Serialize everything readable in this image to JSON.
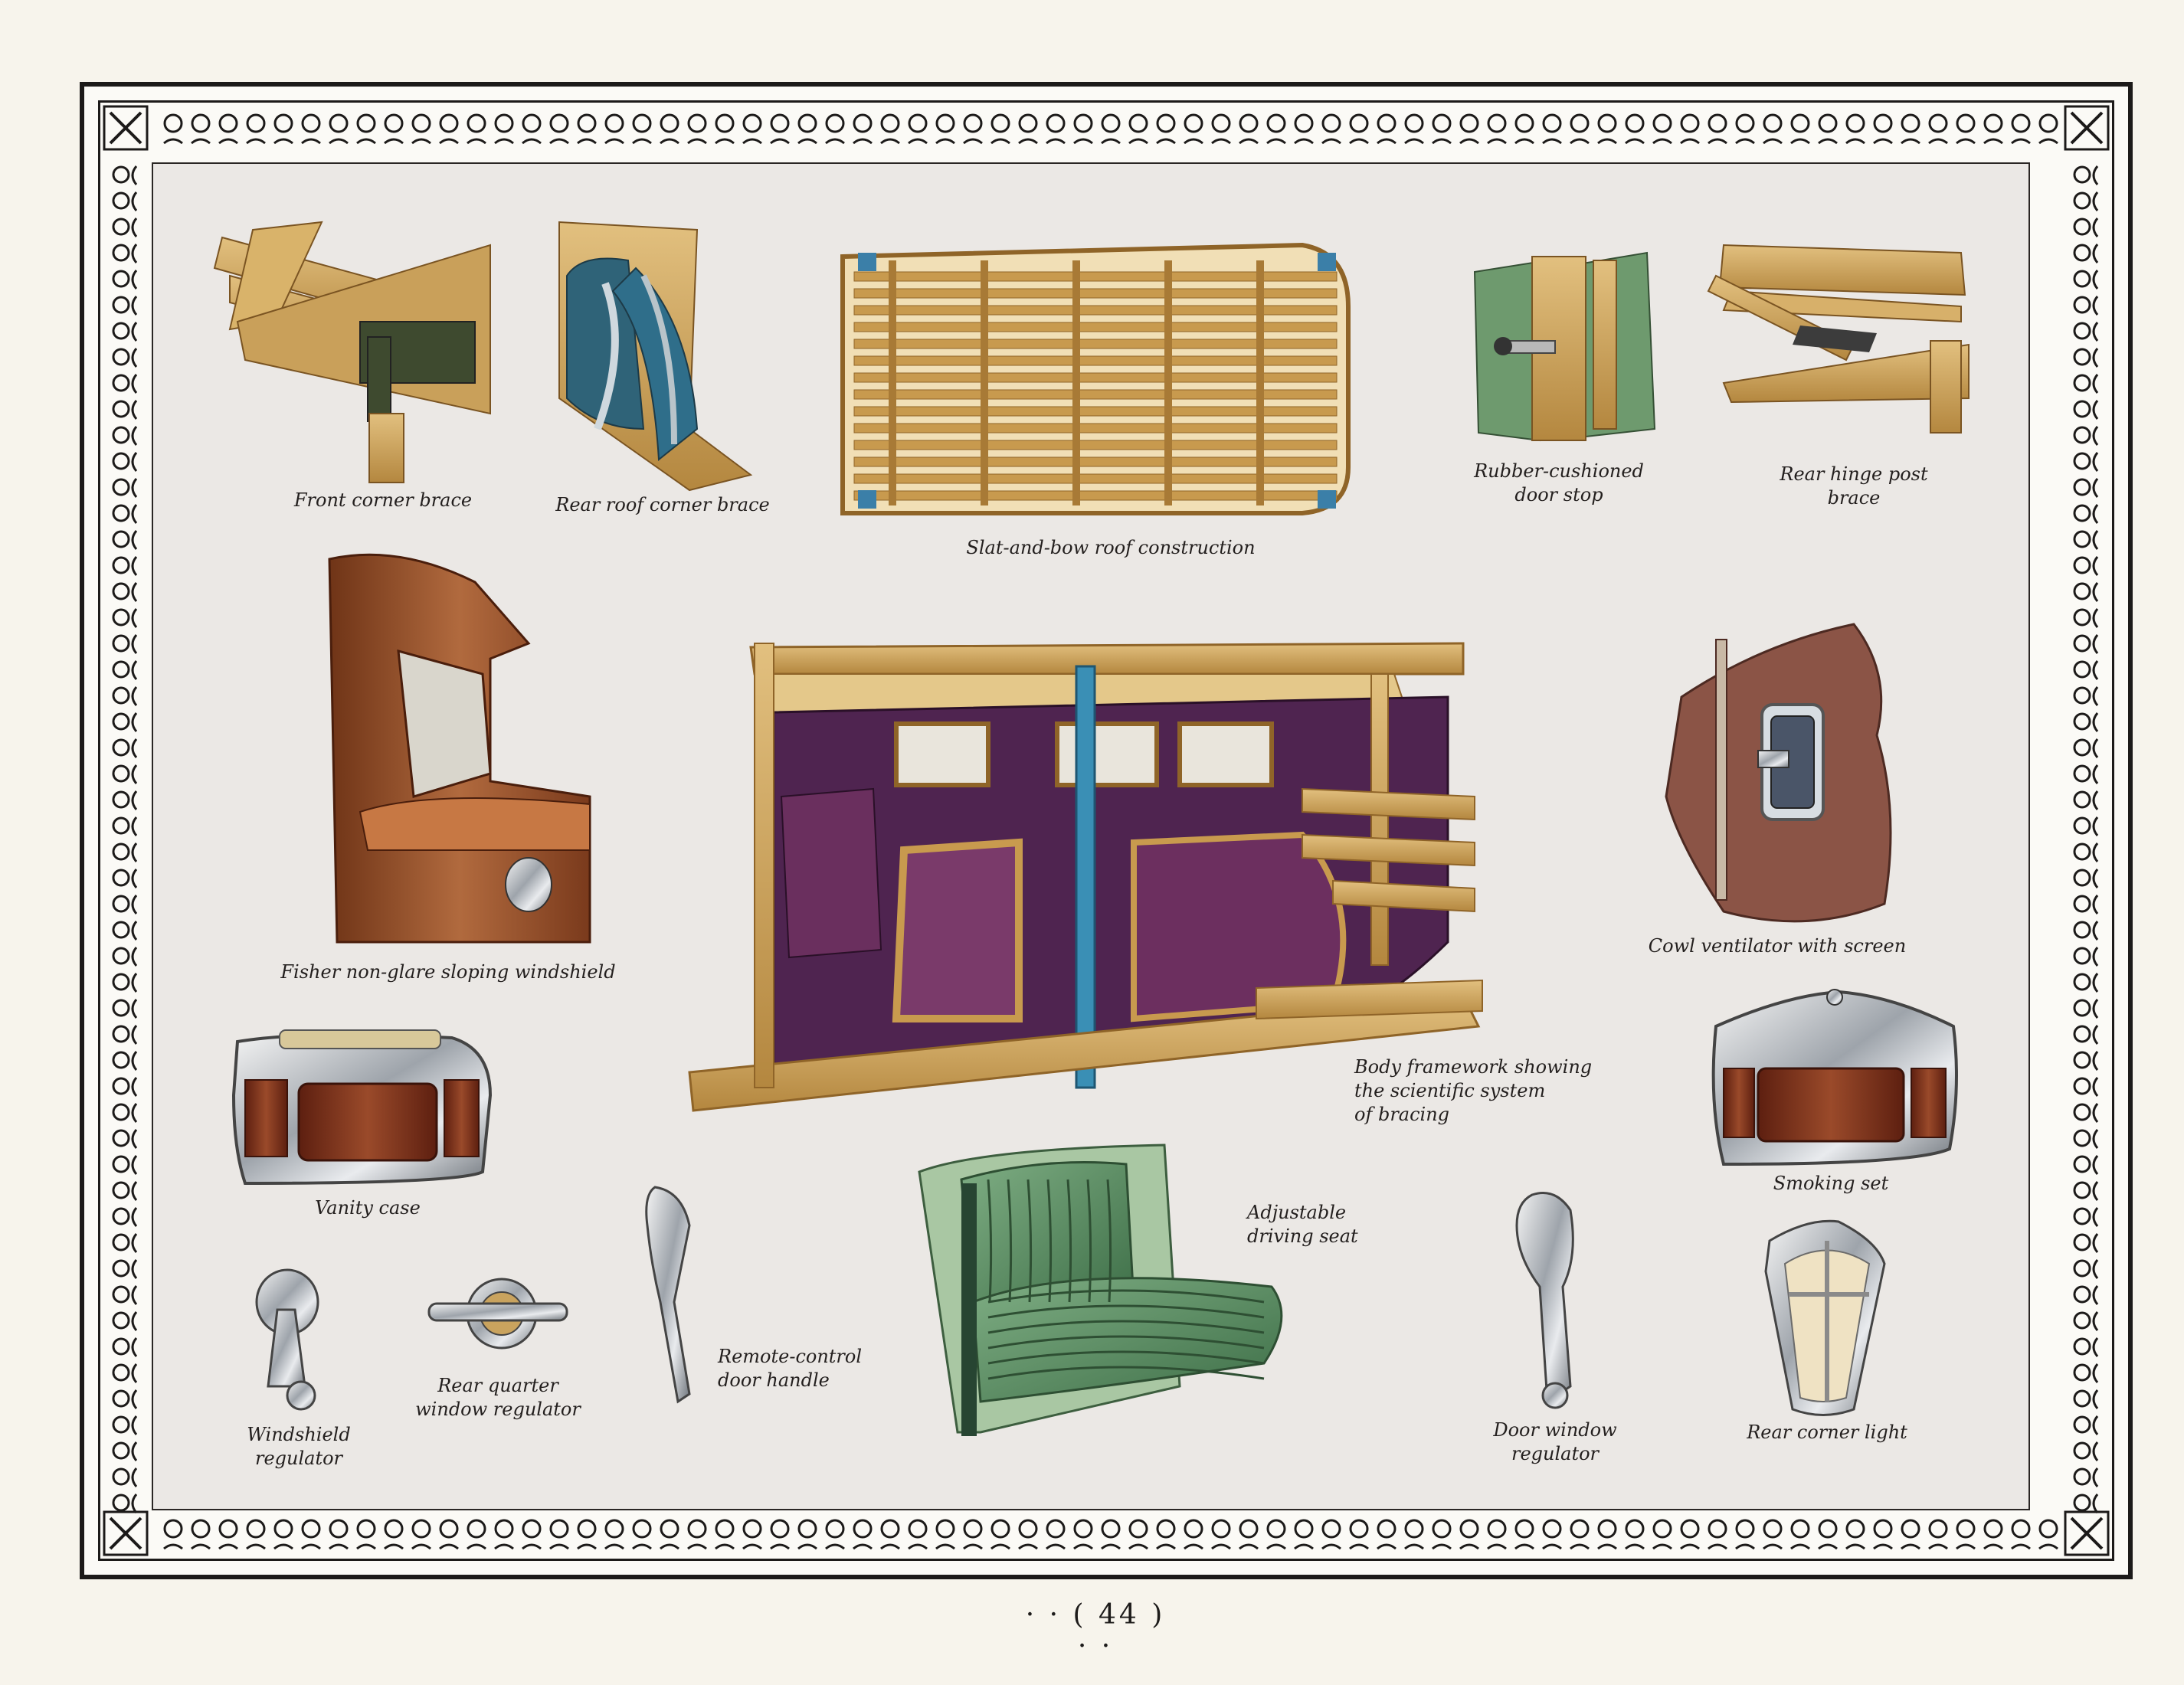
{
  "captions": {
    "front_corner_brace": "Front corner brace",
    "rear_roof_corner_brace": "Rear roof corner brace",
    "slat_and_bow": "Slat-and-bow roof construction",
    "rubber_door_stop": [
      "Rubber-cushioned",
      "door stop"
    ],
    "rear_hinge_post_brace": [
      "Rear hinge post",
      "brace"
    ],
    "fisher_windshield": "Fisher non-glare sloping windshield",
    "cowl_ventilator": "Cowl ventilator with screen",
    "body_framework": [
      "Body framework showing",
      "the scientific system",
      "of bracing"
    ],
    "vanity_case": "Vanity case",
    "smoking_set": "Smoking set",
    "adjustable_seat": [
      "Adjustable",
      "driving seat"
    ],
    "windshield_regulator": [
      "Windshield",
      "regulator"
    ],
    "rear_quarter_regulator": [
      "Rear quarter",
      "window regulator"
    ],
    "remote_door_handle": [
      "Remote-control",
      "door handle"
    ],
    "door_window_regulator": [
      "Door window",
      "regulator"
    ],
    "rear_corner_light": "Rear corner light"
  },
  "page_number": "· · ( 44 ) · ·",
  "colors": {
    "wood": "#c89a4e",
    "wood_dark": "#8f6428",
    "upholstery_purple": "#5a2a56",
    "steel_blue": "#3b7fa8",
    "leather_green": "#4f8a5a",
    "brown_body": "#8a4a2a",
    "ink": "#1c1a19"
  }
}
